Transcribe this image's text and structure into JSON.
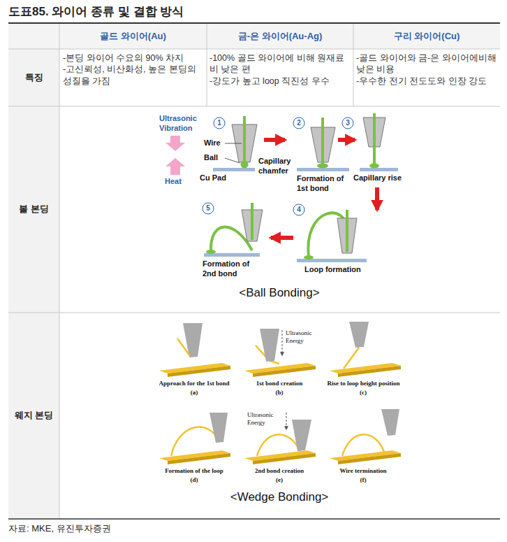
{
  "diagram": {
    "title": "도표85. 와이어 종류 및 결합 방식",
    "caption": "자료: MKE, 유진투자증권",
    "labels": [
      "골드 와이어(Au)",
      "금-은 와이어(Au-Ag)",
      "구리 와이어(Cu)",
      "특징",
      "-본딩 와이어 수요의 90% 차지",
      "-고신뢰성, 비산화성, 높은 본딩의 성질을 가짐",
      "-100% 골드 와이어에 비해 원재료비 낮은 편",
      "-강도가 높고 loop 직진성 우수",
      "-골드 와이어와 금-은 와이어에비해 낮은 비용",
      "-우수한 전기 전도도와 인장 강도",
      "볼 본딩",
      "Ultrasonic Vibration",
      "Heat",
      "1",
      "Wire",
      "Ball",
      "Cu Pad",
      "Capillary chamfer",
      "2",
      "Formation of 1st bond",
      "3",
      "Capillary rise",
      "5",
      "Formation of 2nd bond",
      "4",
      "Loop formation",
      "<Ball Bonding>",
      "웨지 본딩",
      "Approach for the 1st bond",
      "(a)",
      "Ultrasonic Energy",
      "1st bond creation",
      "(b)",
      "Rise to loop height position",
      "(c)",
      "Formation of the loop",
      "(d)",
      "Ultrasonic Energy",
      "2nd bond creation",
      "(e)",
      "Wire termination",
      "(f)",
      "<Wedge Bonding>"
    ]
  }
}
